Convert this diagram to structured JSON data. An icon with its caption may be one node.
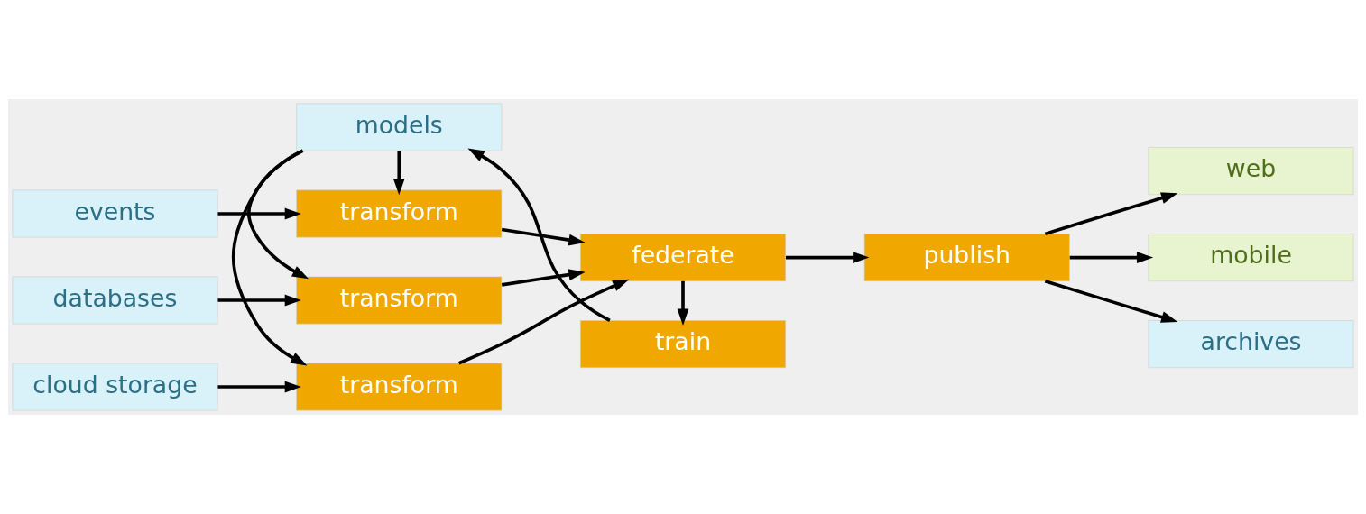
{
  "diagram": {
    "nodes": [
      {
        "text": [
          "events"
        ]
      },
      {
        "text": [
          "databases"
        ]
      },
      {
        "text": [
          "cloud storage"
        ]
      },
      {
        "text": [
          "transform"
        ]
      },
      {
        "text": [
          "transform"
        ]
      },
      {
        "text": [
          "transform"
        ]
      },
      {
        "text": [
          "federate"
        ]
      },
      {
        "text": [
          "train"
        ]
      },
      {
        "text": [
          "models"
        ]
      },
      {
        "text": [
          "web"
        ]
      },
      {
        "text": [
          "mobile"
        ]
      },
      {
        "text": [
          "publish"
        ]
      },
      {
        "text": [
          "archives"
        ]
      }
    ],
    "edges": [
      {
        "from": 0,
        "to": 3,
        "arrow": "to"
      },
      {
        "from": 1,
        "to": 4,
        "arrow": "to"
      },
      {
        "from": 2,
        "to": 5,
        "arrow": "to"
      },
      {
        "from": 3,
        "to": 6,
        "arrow": "to"
      },
      {
        "from": 4,
        "to": 6,
        "arrow": "to"
      },
      {
        "from": 5,
        "to": 6,
        "arrow": "to"
      },
      {
        "from": 6,
        "to": 11,
        "arrow": "to"
      },
      {
        "from": 6,
        "to": 7,
        "arrow": "to"
      },
      {
        "from": 7,
        "to": 8,
        "arrow": "to"
      },
      {
        "from": 8,
        "to": 3,
        "arrow": "to"
      },
      {
        "from": 8,
        "to": 4,
        "arrow": "to"
      },
      {
        "from": 8,
        "to": 5,
        "arrow": "to"
      },
      {
        "from": 11,
        "to": 9,
        "arrow": "to"
      },
      {
        "from": 11,
        "to": 10,
        "arrow": "to"
      },
      {
        "from": 11,
        "to": 12,
        "arrow": "to"
      }
    ]
  }
}
